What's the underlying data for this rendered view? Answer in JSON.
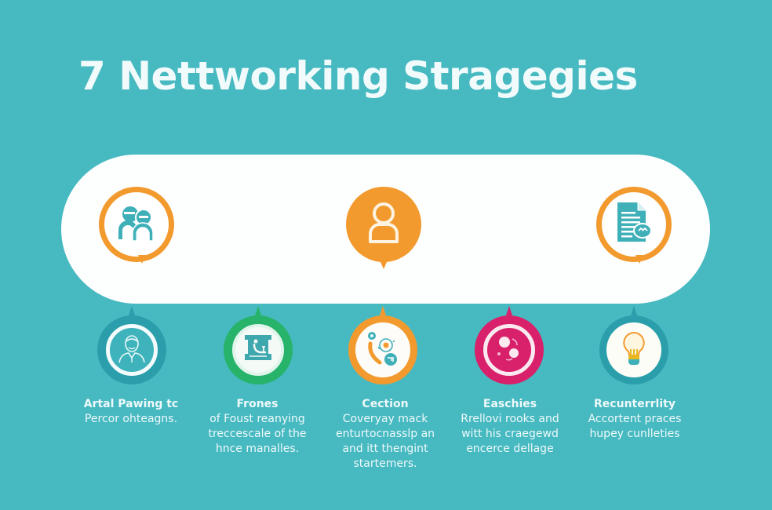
{
  "title": "7 Nettworking Stragegies",
  "colors": {
    "background": "#47b9c1",
    "band": "#fdfefe",
    "orange": "#f29a2e",
    "teal_icon": "#3fb0b8",
    "dark_teal": "#2a9fab",
    "green": "#27b36a",
    "magenta": "#d9206a",
    "text": "#eef9fa"
  },
  "top_badges": [
    {
      "icon": "two-people-icon",
      "style": "orange-ring"
    },
    {
      "icon": "person-icon",
      "style": "orange-fill"
    },
    {
      "icon": "document-chat-icon",
      "style": "orange-ring"
    }
  ],
  "strategies": [
    {
      "icon": "person-portrait-icon",
      "ring": "dark-teal",
      "heading": "Artal Pawing tc",
      "lines": [
        "Percor ohteagns."
      ]
    },
    {
      "icon": "presentation-board-icon",
      "ring": "green",
      "heading": "Frones",
      "lines": [
        "of Foust reanying",
        "treccescale of the",
        "hnce manalles."
      ]
    },
    {
      "icon": "phone-connect-icon",
      "ring": "orange",
      "heading": "Cection",
      "lines": [
        "Coveryay mack",
        "enturtocnasslp an",
        "and itt thengint",
        "startemers."
      ]
    },
    {
      "icon": "connection-dots-icon",
      "ring": "magenta",
      "heading": "Easchies",
      "lines": [
        "Rrellovi rooks and",
        "witt his craegewd",
        "encerce dellage"
      ]
    },
    {
      "icon": "lightbulb-icon",
      "ring": "dark-teal",
      "heading": "Recunterrlity",
      "lines": [
        "Accortent praces",
        "hupey cunlleties"
      ]
    }
  ]
}
